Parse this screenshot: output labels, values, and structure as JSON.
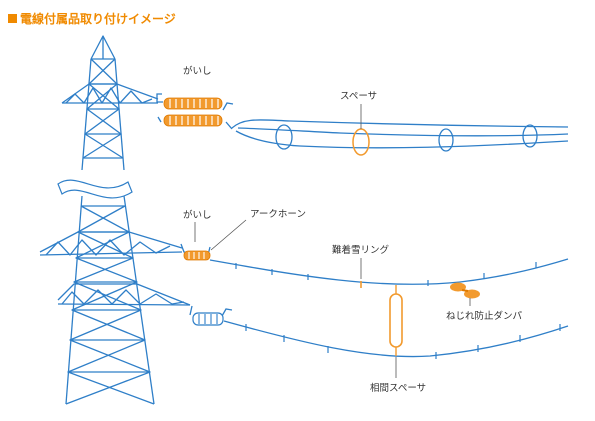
{
  "title": "電線付属品取り付けイメージ",
  "labels": {
    "insulator_top": "がいし",
    "spacer": "スペーサ",
    "insulator_mid": "がいし",
    "arcing_horn": "アークホーン",
    "snow_ring": "難着雪リング",
    "phase_spacer": "相間スペーサ",
    "damper": "ねじれ防止ダンパ"
  },
  "colors": {
    "accent": "#f08a00",
    "line": "#2f7fc8",
    "fitting": "#f29a2e",
    "text": "#333333"
  }
}
